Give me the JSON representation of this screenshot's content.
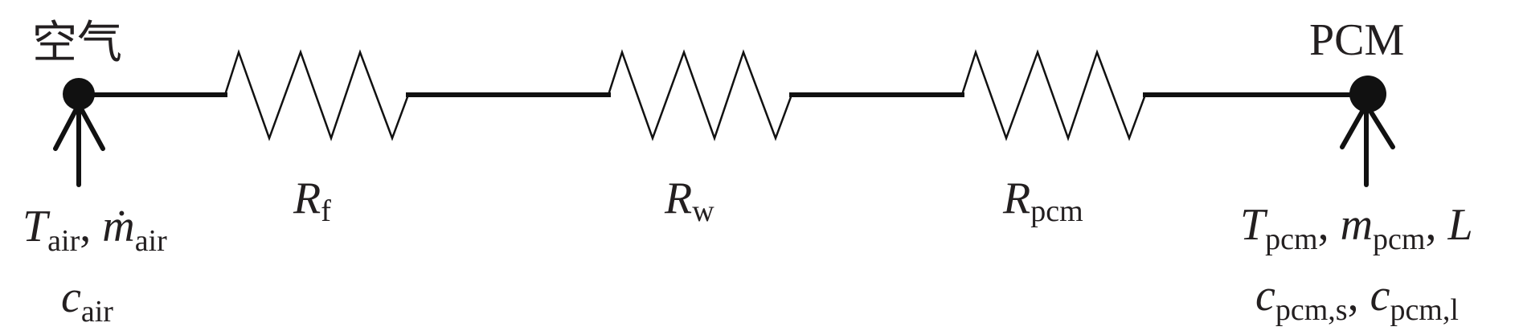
{
  "nodes": {
    "air": {
      "title": "空气",
      "line1": {
        "T": "T",
        "T_sub": "air",
        "sep": ", ",
        "m": "ṁ",
        "m_sub": "air"
      },
      "line2": {
        "c": "c",
        "c_sub": "air"
      }
    },
    "pcm": {
      "title": "PCM",
      "line1": {
        "T": "T",
        "T_sub": "pcm",
        "sep1": ", ",
        "m": "m",
        "m_sub": "pcm",
        "sep2": ", ",
        "L": "L"
      },
      "line2": {
        "c1": "c",
        "c1_sub": "pcm,s",
        "sep": ", ",
        "c2": "c",
        "c2_sub": "pcm,l"
      }
    }
  },
  "resistors": [
    {
      "R": "R",
      "sub": "f"
    },
    {
      "R": "R",
      "sub": "w"
    },
    {
      "R": "R",
      "sub": "pcm"
    }
  ]
}
